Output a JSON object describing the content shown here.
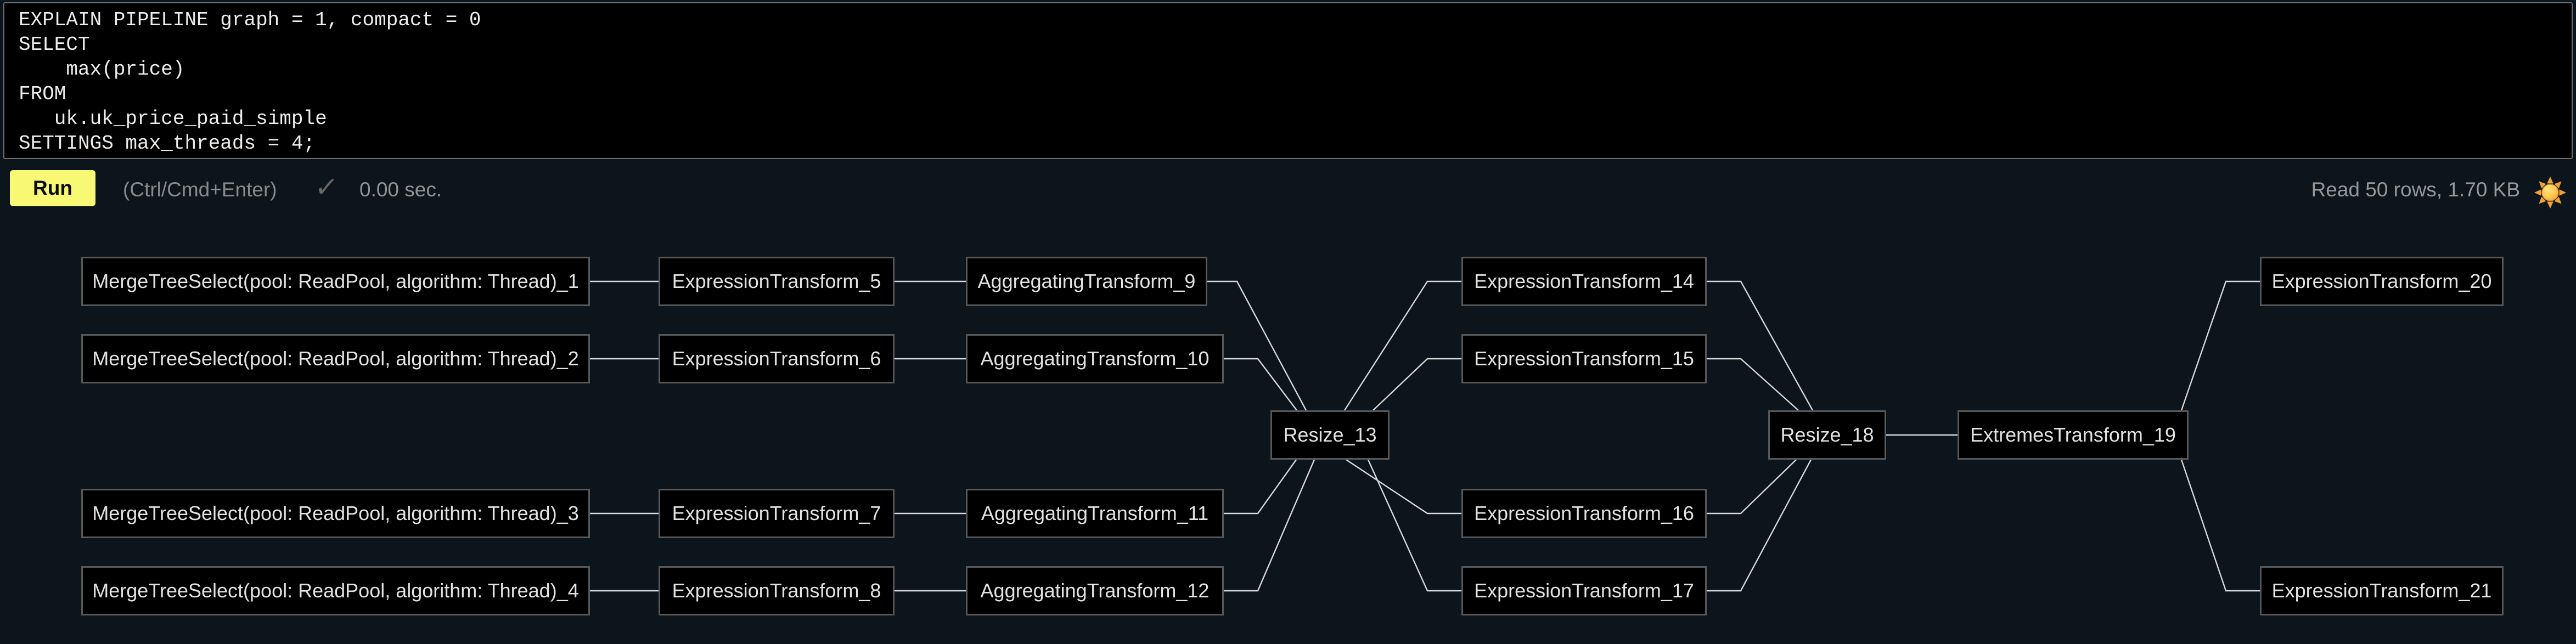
{
  "editor": {
    "query": "EXPLAIN PIPELINE graph = 1, compact = 0\nSELECT\n    max(price)\nFROM\n   uk.uk_price_paid_simple\nSETTINGS max_threads = 4;"
  },
  "toolbar": {
    "run_label": "Run",
    "shortcut_hint": "(Ctrl/Cmd+Enter)",
    "check_icon": "✓",
    "elapsed": "0.00 sec.",
    "stats": "Read 50 rows, 1.70 KB",
    "theme_icon": "sun-icon"
  },
  "colors": {
    "page_background": "#0c151b",
    "editor_background": "#000000",
    "editor_border": "#6f6f6f",
    "run_button": "#f8f875",
    "muted_text": "#8a8a8a",
    "node_fill": "#000000",
    "node_border": "#575757",
    "node_text": "#e2e2e2",
    "edge": "#d9d9d9",
    "sun": "#f0a136"
  },
  "graph": {
    "nodes": [
      {
        "id": 1,
        "label": "MergeTreeSelect(pool: ReadPool, algorithm: Thread)_1"
      },
      {
        "id": 2,
        "label": "MergeTreeSelect(pool: ReadPool, algorithm: Thread)_2"
      },
      {
        "id": 3,
        "label": "MergeTreeSelect(pool: ReadPool, algorithm: Thread)_3"
      },
      {
        "id": 4,
        "label": "MergeTreeSelect(pool: ReadPool, algorithm: Thread)_4"
      },
      {
        "id": 5,
        "label": "ExpressionTransform_5"
      },
      {
        "id": 6,
        "label": "ExpressionTransform_6"
      },
      {
        "id": 7,
        "label": "ExpressionTransform_7"
      },
      {
        "id": 8,
        "label": "ExpressionTransform_8"
      },
      {
        "id": 9,
        "label": "AggregatingTransform_9"
      },
      {
        "id": 10,
        "label": "AggregatingTransform_10"
      },
      {
        "id": 11,
        "label": "AggregatingTransform_11"
      },
      {
        "id": 12,
        "label": "AggregatingTransform_12"
      },
      {
        "id": 13,
        "label": "Resize_13"
      },
      {
        "id": 14,
        "label": "ExpressionTransform_14"
      },
      {
        "id": 15,
        "label": "ExpressionTransform_15"
      },
      {
        "id": 16,
        "label": "ExpressionTransform_16"
      },
      {
        "id": 17,
        "label": "ExpressionTransform_17"
      },
      {
        "id": 18,
        "label": "Resize_18"
      },
      {
        "id": 19,
        "label": "ExtremesTransform_19"
      },
      {
        "id": 20,
        "label": "ExpressionTransform_20"
      },
      {
        "id": 21,
        "label": "ExpressionTransform_21"
      }
    ],
    "edges": [
      [
        1,
        5
      ],
      [
        2,
        6
      ],
      [
        3,
        7
      ],
      [
        4,
        8
      ],
      [
        5,
        9
      ],
      [
        6,
        10
      ],
      [
        7,
        11
      ],
      [
        8,
        12
      ],
      [
        9,
        13
      ],
      [
        10,
        13
      ],
      [
        11,
        13
      ],
      [
        12,
        13
      ],
      [
        13,
        14
      ],
      [
        13,
        15
      ],
      [
        13,
        16
      ],
      [
        13,
        17
      ],
      [
        14,
        18
      ],
      [
        15,
        18
      ],
      [
        16,
        18
      ],
      [
        17,
        18
      ],
      [
        18,
        19
      ],
      [
        19,
        20
      ],
      [
        19,
        21
      ]
    ]
  }
}
